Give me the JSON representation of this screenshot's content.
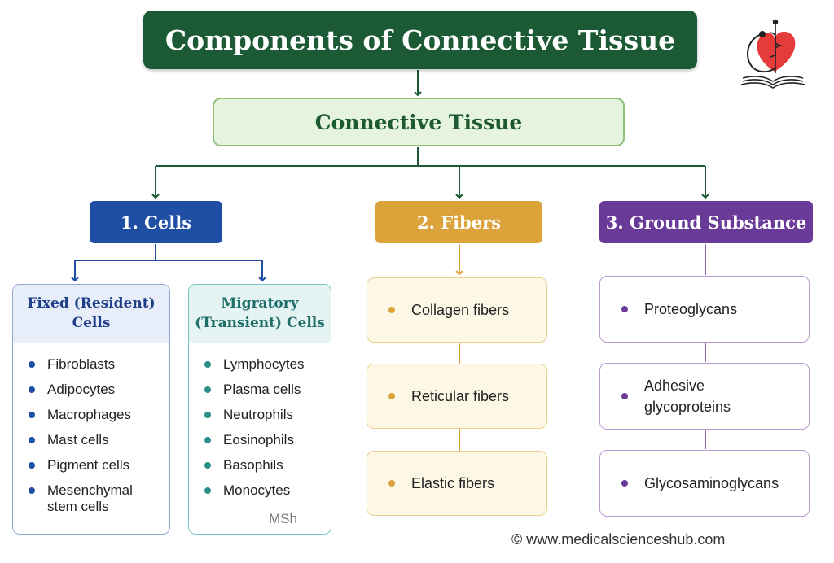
{
  "title": "Components of Connective Tissue",
  "root": "Connective Tissue",
  "categories": {
    "cells": "1. Cells",
    "fibers": "2. Fibers",
    "ground": "3. Ground Substance"
  },
  "fixed_cells": {
    "heading_line1": "Fixed (Resident)",
    "heading_line2": "Cells",
    "items": [
      "Fibroblasts",
      "Adipocytes",
      "Macrophages",
      "Mast cells",
      "Pigment cells",
      "Mesenchymal stem cells"
    ]
  },
  "migratory_cells": {
    "heading_line1": "Migratory",
    "heading_line2": "(Transient) Cells",
    "items": [
      "Lymphocytes",
      "Plasma cells",
      "Neutrophils",
      "Eosinophils",
      "Basophils",
      "Monocytes"
    ]
  },
  "fibers": [
    "Collagen fibers",
    "Reticular fibers",
    "Elastic fibers"
  ],
  "ground_substance": [
    "Proteoglycans",
    "Adhesive glycoproteins",
    "Glycosaminoglycans"
  ],
  "signature": "MSh",
  "footer": "© www.medicalscienceshub.com",
  "colors": {
    "title_bg": "#1b5a34",
    "root_bg": "#e6f3de",
    "cells": "#1f4fa4",
    "fibers": "#dca33b",
    "ground": "#6a3a98",
    "migratory": "#2a8f87",
    "logo_heart": "#e53b3b"
  },
  "icons": [
    "heart-stethoscope-logo-icon",
    "open-book-icon",
    "caduceus-icon"
  ]
}
